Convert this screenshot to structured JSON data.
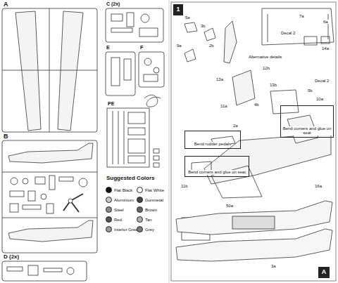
{
  "diagram": {
    "nodes": [
      {
        "text": [
          "1"
        ]
      },
      {
        "text": [
          "Bend corners and glue on seat"
        ]
      },
      {
        "text": [
          "Bend rudder pedals"
        ]
      },
      {
        "text": [
          "Bend corners and glue on seat"
        ]
      },
      {
        "text": [
          "A"
        ]
      }
    ],
    "labels": [
      "A",
      "B",
      "C (2x)",
      "D (2x)",
      "E",
      "F",
      "PE",
      "Suggested Colors",
      "Decal 2",
      "Alternative details",
      "Decal 2",
      "5a",
      "3b",
      "9a",
      "2b",
      "13a",
      "11a",
      "12b",
      "13b",
      "5b",
      "10a",
      "4b",
      "11b",
      "7a",
      "6a",
      "14a",
      "2a",
      "16a",
      "50a",
      "3a"
    ],
    "legend": [
      {
        "text": "Flat Black",
        "color": "#111111"
      },
      {
        "text": "Aluminium",
        "color": "#c8c8c8"
      },
      {
        "text": "Steel",
        "color": "#8a8a8a"
      },
      {
        "text": "Red",
        "color": "#555555"
      },
      {
        "text": "Interior Green",
        "color": "#9a9a9a"
      },
      {
        "text": "Flat White",
        "color": "#ffffff"
      },
      {
        "text": "Gunmetal",
        "color": "#444444"
      },
      {
        "text": "Brown",
        "color": "#666666"
      },
      {
        "text": "Tan",
        "color": "#b0b0b0"
      },
      {
        "text": "Grey",
        "color": "#7a7a7a"
      }
    ]
  }
}
